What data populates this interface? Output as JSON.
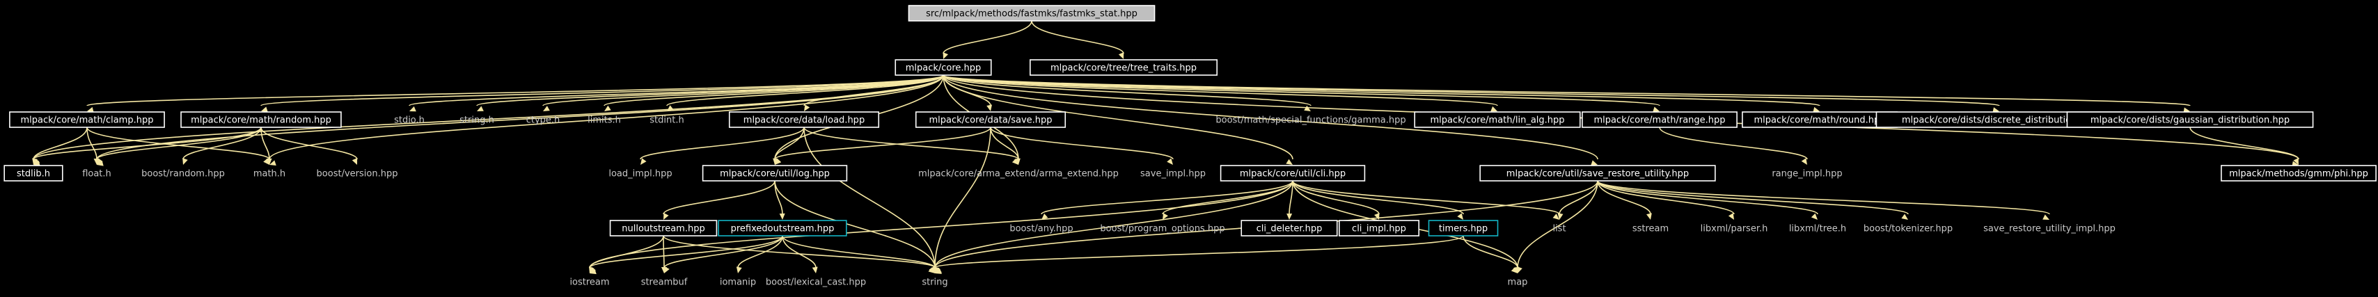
{
  "graph": {
    "nodes": [
      {
        "id": "stat",
        "label": "src/mlpack/methods/fastmks/fastmks_stat.hpp",
        "style": "root"
      },
      {
        "id": "core",
        "label": "mlpack/core.hpp",
        "style": "box"
      },
      {
        "id": "tree_traits",
        "label": "mlpack/core/tree/tree_traits.hpp",
        "style": "box"
      },
      {
        "id": "clamp",
        "label": "mlpack/core/math/clamp.hpp",
        "style": "box"
      },
      {
        "id": "random",
        "label": "mlpack/core/math/random.hpp",
        "style": "box"
      },
      {
        "id": "stdio",
        "label": "stdio.h",
        "style": "plain"
      },
      {
        "id": "string_h",
        "label": "string.h",
        "style": "plain"
      },
      {
        "id": "ctype",
        "label": "ctype.h",
        "style": "plain"
      },
      {
        "id": "limits",
        "label": "limits.h",
        "style": "plain"
      },
      {
        "id": "stdint",
        "label": "stdint.h",
        "style": "plain"
      },
      {
        "id": "load",
        "label": "mlpack/core/data/load.hpp",
        "style": "box"
      },
      {
        "id": "save",
        "label": "mlpack/core/data/save.hpp",
        "style": "box"
      },
      {
        "id": "gamma",
        "label": "boost/math/special_functions/gamma.hpp",
        "style": "plain"
      },
      {
        "id": "lin_alg",
        "label": "mlpack/core/math/lin_alg.hpp",
        "style": "box"
      },
      {
        "id": "range",
        "label": "mlpack/core/math/range.hpp",
        "style": "box"
      },
      {
        "id": "round",
        "label": "mlpack/core/math/round.hpp",
        "style": "box"
      },
      {
        "id": "discrete",
        "label": "mlpack/core/dists/discrete_distribution.hpp",
        "style": "box"
      },
      {
        "id": "gaussian",
        "label": "mlpack/core/dists/gaussian_distribution.hpp",
        "style": "box"
      },
      {
        "id": "stdlib",
        "label": "stdlib.h",
        "style": "box"
      },
      {
        "id": "float",
        "label": "float.h",
        "style": "plain"
      },
      {
        "id": "boost_random",
        "label": "boost/random.hpp",
        "style": "plain"
      },
      {
        "id": "math_h",
        "label": "math.h",
        "style": "plain"
      },
      {
        "id": "boost_version",
        "label": "boost/version.hpp",
        "style": "plain"
      },
      {
        "id": "load_impl",
        "label": "load_impl.hpp",
        "style": "plain"
      },
      {
        "id": "log",
        "label": "mlpack/core/util/log.hpp",
        "style": "box"
      },
      {
        "id": "arma_extend",
        "label": "mlpack/core/arma_extend/arma_extend.hpp",
        "style": "plain"
      },
      {
        "id": "save_impl",
        "label": "save_impl.hpp",
        "style": "plain"
      },
      {
        "id": "cli",
        "label": "mlpack/core/util/cli.hpp",
        "style": "box"
      },
      {
        "id": "sru",
        "label": "mlpack/core/util/save_restore_utility.hpp",
        "style": "box"
      },
      {
        "id": "range_impl",
        "label": "range_impl.hpp",
        "style": "plain"
      },
      {
        "id": "phi",
        "label": "mlpack/methods/gmm/phi.hpp",
        "style": "box"
      },
      {
        "id": "nullout",
        "label": "nulloutstream.hpp",
        "style": "box"
      },
      {
        "id": "prefixed",
        "label": "prefixedoutstream.hpp",
        "style": "teal"
      },
      {
        "id": "boost_any",
        "label": "boost/any.hpp",
        "style": "plain"
      },
      {
        "id": "boost_po",
        "label": "boost/program_options.hpp",
        "style": "plain"
      },
      {
        "id": "cli_deleter",
        "label": "cli_deleter.hpp",
        "style": "box"
      },
      {
        "id": "cli_impl",
        "label": "cli_impl.hpp",
        "style": "box"
      },
      {
        "id": "timers",
        "label": "timers.hpp",
        "style": "teal"
      },
      {
        "id": "list",
        "label": "list",
        "style": "plain"
      },
      {
        "id": "sstream",
        "label": "sstream",
        "style": "plain"
      },
      {
        "id": "libxml_parser",
        "label": "libxml/parser.h",
        "style": "plain"
      },
      {
        "id": "libxml_tree",
        "label": "libxml/tree.h",
        "style": "plain"
      },
      {
        "id": "boost_tokenizer",
        "label": "boost/tokenizer.hpp",
        "style": "plain"
      },
      {
        "id": "sru_impl",
        "label": "save_restore_utility_impl.hpp",
        "style": "plain"
      },
      {
        "id": "iostream",
        "label": "iostream",
        "style": "plain"
      },
      {
        "id": "streambuf",
        "label": "streambuf",
        "style": "plain"
      },
      {
        "id": "iomanip",
        "label": "iomanip",
        "style": "plain"
      },
      {
        "id": "lexical_cast",
        "label": "boost/lexical_cast.hpp",
        "style": "plain"
      },
      {
        "id": "string",
        "label": "string",
        "style": "plain"
      },
      {
        "id": "map",
        "label": "map",
        "style": "plain"
      }
    ],
    "edges": [
      [
        "stat",
        "core"
      ],
      [
        "stat",
        "tree_traits"
      ],
      [
        "core",
        "clamp"
      ],
      [
        "core",
        "random"
      ],
      [
        "core",
        "stdio"
      ],
      [
        "core",
        "string_h"
      ],
      [
        "core",
        "ctype"
      ],
      [
        "core",
        "limits"
      ],
      [
        "core",
        "stdint"
      ],
      [
        "core",
        "load"
      ],
      [
        "core",
        "save"
      ],
      [
        "core",
        "gamma"
      ],
      [
        "core",
        "lin_alg"
      ],
      [
        "core",
        "range"
      ],
      [
        "core",
        "round"
      ],
      [
        "core",
        "discrete"
      ],
      [
        "core",
        "gaussian"
      ],
      [
        "core",
        "stdlib"
      ],
      [
        "core",
        "float"
      ],
      [
        "core",
        "math_h"
      ],
      [
        "core",
        "log"
      ],
      [
        "core",
        "arma_extend"
      ],
      [
        "core",
        "cli"
      ],
      [
        "core",
        "sru"
      ],
      [
        "core",
        "phi"
      ],
      [
        "clamp",
        "stdlib"
      ],
      [
        "clamp",
        "float"
      ],
      [
        "clamp",
        "math_h"
      ],
      [
        "random",
        "stdlib"
      ],
      [
        "random",
        "float"
      ],
      [
        "random",
        "boost_random"
      ],
      [
        "random",
        "math_h"
      ],
      [
        "random",
        "boost_version"
      ],
      [
        "load",
        "load_impl"
      ],
      [
        "load",
        "log"
      ],
      [
        "load",
        "arma_extend"
      ],
      [
        "load",
        "string"
      ],
      [
        "save",
        "log"
      ],
      [
        "save",
        "arma_extend"
      ],
      [
        "save",
        "save_impl"
      ],
      [
        "save",
        "string"
      ],
      [
        "range",
        "range_impl"
      ],
      [
        "gaussian",
        "phi"
      ],
      [
        "log",
        "nullout"
      ],
      [
        "log",
        "prefixed"
      ],
      [
        "log",
        "string"
      ],
      [
        "nullout",
        "iostream"
      ],
      [
        "nullout",
        "streambuf"
      ],
      [
        "nullout",
        "string"
      ],
      [
        "prefixed",
        "iostream"
      ],
      [
        "prefixed",
        "streambuf"
      ],
      [
        "prefixed",
        "iomanip"
      ],
      [
        "prefixed",
        "lexical_cast"
      ],
      [
        "prefixed",
        "string"
      ],
      [
        "cli",
        "iostream"
      ],
      [
        "cli",
        "boost_any"
      ],
      [
        "cli",
        "boost_po"
      ],
      [
        "cli",
        "cli_deleter"
      ],
      [
        "cli",
        "cli_impl"
      ],
      [
        "cli",
        "timers"
      ],
      [
        "cli",
        "list"
      ],
      [
        "cli",
        "string"
      ],
      [
        "cli",
        "map"
      ],
      [
        "timers",
        "map"
      ],
      [
        "timers",
        "string"
      ],
      [
        "sru",
        "list"
      ],
      [
        "sru",
        "sstream"
      ],
      [
        "sru",
        "libxml_parser"
      ],
      [
        "sru",
        "libxml_tree"
      ],
      [
        "sru",
        "boost_tokenizer"
      ],
      [
        "sru",
        "sru_impl"
      ],
      [
        "sru",
        "string"
      ],
      [
        "sru",
        "map"
      ]
    ]
  }
}
